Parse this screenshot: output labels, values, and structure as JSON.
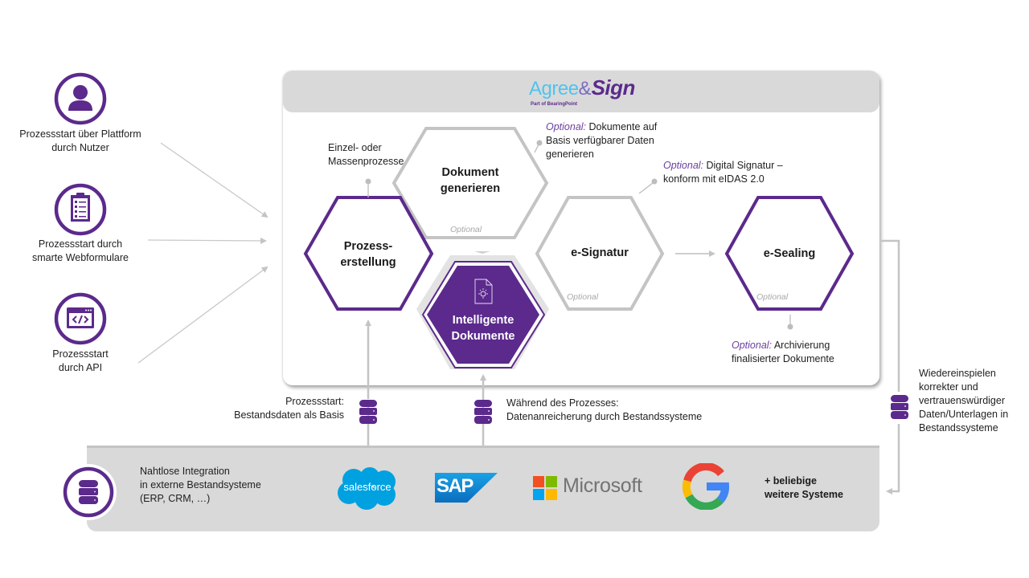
{
  "colors": {
    "purple": "#5b2a8c",
    "gray_line": "#c4c4c4",
    "band_gray": "#d9d9d9",
    "optional_text": "#6b3fa0"
  },
  "entry_points": [
    {
      "icon": "user-icon",
      "label_line1": "Prozessstart über Plattform",
      "label_line2": "durch Nutzer"
    },
    {
      "icon": "clipboard-form-icon",
      "label_line1": "Prozessstart durch",
      "label_line2": "smarte Webformulare"
    },
    {
      "icon": "api-code-icon",
      "label_line1": "Prozessstart",
      "label_line2": "durch API"
    }
  ],
  "logo": {
    "agree": "Agree",
    "amp": "&",
    "sign": "Sign",
    "subtitle": "Part of BearingPoint"
  },
  "annotations": {
    "einzel": {
      "line1": "Einzel- oder",
      "line2": "Massenprozesse"
    },
    "dokument": {
      "optional": "Optional:",
      "line1": " Dokumente auf",
      "line2": "Basis verfügbarer Daten",
      "line3": "generieren"
    },
    "signatur": {
      "optional": "Optional:",
      "line1": " Digital Signatur –",
      "line2": "konform mit eIDAS 2.0"
    },
    "archiv": {
      "optional": "Optional:",
      "line1": " Archivierung",
      "line2": "finalisierter Dokumente"
    }
  },
  "hexagons": {
    "prozess": {
      "line1": "Prozess-",
      "line2": "erstellung"
    },
    "dokument": {
      "line1": "Dokument",
      "line2": "generieren",
      "tag": "Optional"
    },
    "intelligent": {
      "line1": "Intelligente",
      "line2": "Dokumente",
      "icon": "document-lightbulb-icon"
    },
    "signatur": {
      "line1": "e-Signatur",
      "tag": "Optional"
    },
    "sealing": {
      "line1": "e-Sealing",
      "tag": "Optional"
    }
  },
  "data_flows": {
    "prozessstart": {
      "line1": "Prozessstart:",
      "line2": "Bestandsdaten als Basis"
    },
    "waehrend": {
      "line1": "Während des Prozesses:",
      "line2": "Datenanreicherung durch Bestandssysteme"
    },
    "wiedereinspielen": {
      "lines": [
        "Wiedereinspielen",
        "korrekter und",
        "vertrauenswürdiger",
        "Daten/Unterlagen in",
        "Bestandssysteme"
      ]
    }
  },
  "bottom": {
    "integration": {
      "line1": "Nahtlose Integration",
      "line2": "in externe Bestandsysteme",
      "line3": "(ERP, CRM, …)"
    },
    "logos": {
      "salesforce": "salesforce",
      "sap": "SAP",
      "microsoft": "Microsoft",
      "google": "G"
    },
    "more": {
      "line1": "+ beliebige",
      "line2": "weitere Systeme"
    }
  }
}
